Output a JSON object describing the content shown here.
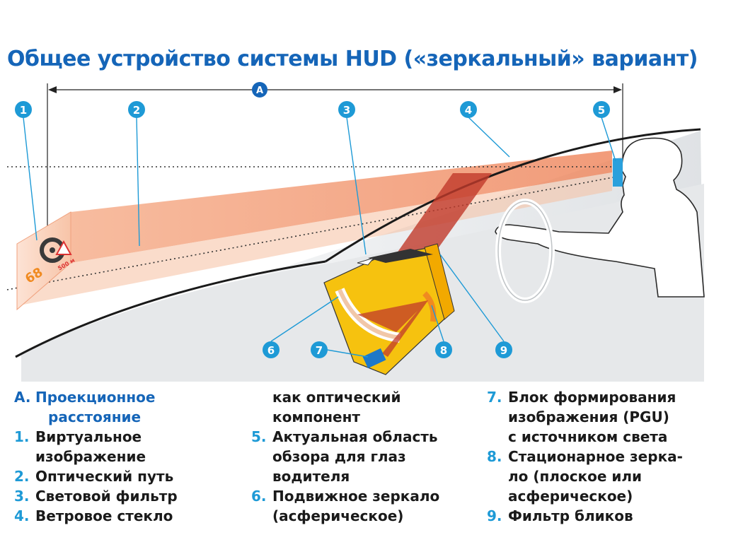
{
  "title": "Общее устройство системы HUD («зеркальный» вариант)",
  "diagram": {
    "dimension_label": "A",
    "markers": [
      "1",
      "2",
      "3",
      "4",
      "5",
      "6",
      "7",
      "8",
      "9"
    ],
    "virtual_image": {
      "speed": "68",
      "sign_icon": "warning-sign",
      "distance": "500 м"
    }
  },
  "legend": {
    "colA": {
      "a_num": "A.",
      "a_line1": "Проекционное",
      "a_line2": "расстояние",
      "n1": "1.",
      "t1_line1": "Виртуальное",
      "t1_line2": "изображение",
      "n2": "2.",
      "t2": "Оптический путь",
      "n3": "3.",
      "t3": "Световой фильтр",
      "n4": "4.",
      "t4": "Ветровое стекло"
    },
    "colB": {
      "t4_line2": "как оптический",
      "t4_line3": "компонент",
      "n5": "5.",
      "t5_line1": "Актуальная область",
      "t5_line2": "обзора для глаз",
      "t5_line3": "водителя",
      "n6": "6.",
      "t6_line1": "Подвижное зеркало",
      "t6_line2": "(асферическое)"
    },
    "colC": {
      "n7": "7.",
      "t7_line1": "Блок формирования",
      "t7_line2": "изображения (PGU)",
      "t7_line3": "с источником света",
      "n8": "8.",
      "t8_line1": "Стационарное зерка-",
      "t8_line2": "ло (плоское или",
      "t8_line3": "асферическое)",
      "n9": "9.",
      "t9": "Фильтр бликов"
    }
  },
  "colors": {
    "title_blue": "#1565b8",
    "marker_blue": "#1e9ad6",
    "beam_salmon": "#f4a47f",
    "beam_red": "#c0392b",
    "housing_yellow": "#f5c518",
    "background_grey": "#e4e6e8"
  }
}
